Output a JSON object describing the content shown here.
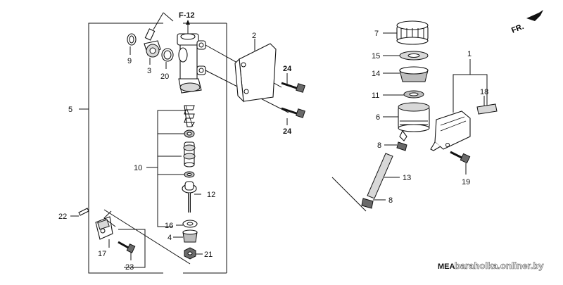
{
  "diagram": {
    "header_ref": "F-12",
    "direction_label": "FR.",
    "watermark_code": "MEA",
    "watermark_site": "baraholka.onliner.by",
    "callouts": {
      "c1": "1",
      "c2": "2",
      "c3": "3",
      "c4": "4",
      "c5": "5",
      "c6": "6",
      "c7": "7",
      "c8a": "8",
      "c8b": "8",
      "c9": "9",
      "c10": "10",
      "c11": "11",
      "c12": "12",
      "c13": "13",
      "c14": "14",
      "c15": "15",
      "c16": "16",
      "c17": "17",
      "c18": "18",
      "c19": "19",
      "c20": "20",
      "c21": "21",
      "c22": "22",
      "c23": "23",
      "c24a": "24",
      "c24b": "24"
    }
  }
}
